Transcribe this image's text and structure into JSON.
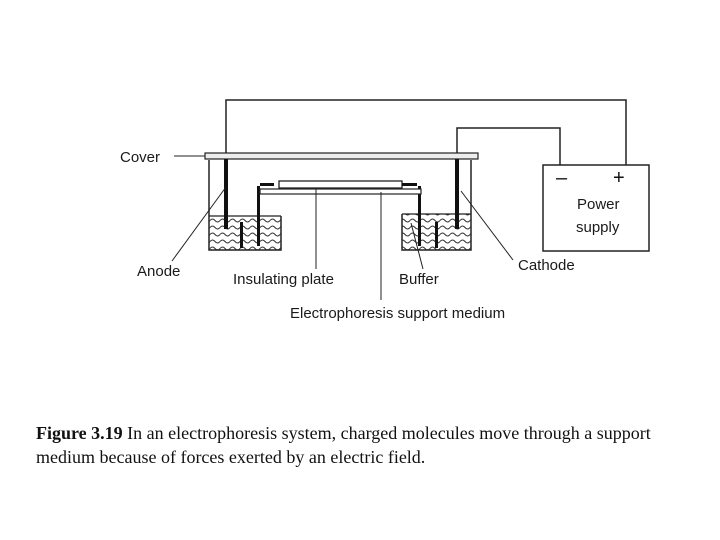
{
  "diagram": {
    "labels": {
      "cover": "Cover",
      "anode": "Anode",
      "insulating_plate": "Insulating plate",
      "buffer": "Buffer",
      "cathode": "Cathode",
      "support_medium": "Electrophoresis support medium",
      "power_supply_line1": "Power",
      "power_supply_line2": "supply",
      "minus": "–",
      "plus": "+"
    }
  },
  "caption": {
    "figure_label": "Figure 3.19",
    "text": " In an electrophoresis system, charged molecules move through a support medium because of forces exerted by an electric field."
  }
}
